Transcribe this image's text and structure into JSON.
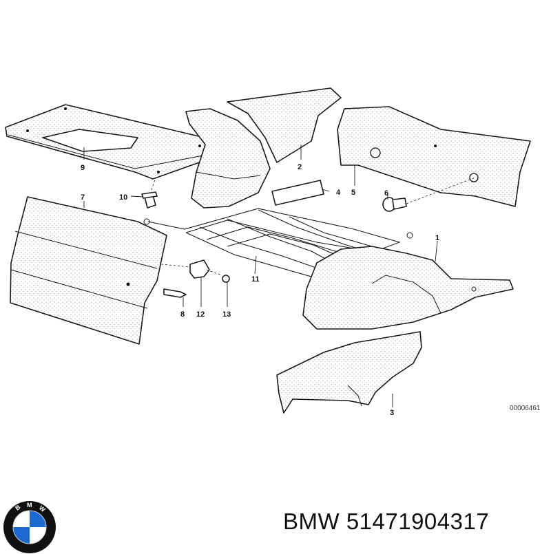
{
  "diagram": {
    "drawing_code": "00006461",
    "callouts": [
      "1",
      "2",
      "3",
      "4",
      "5",
      "6",
      "7",
      "8",
      "9",
      "10",
      "11",
      "12",
      "13"
    ]
  },
  "footer": {
    "brand": "BMW",
    "part_number": "51471904317",
    "label": "BMW 51471904317"
  },
  "logo": {
    "lettering": "BMW",
    "colors": {
      "ring": "#111111",
      "blue": "#1c69d4",
      "white": "#ffffff"
    }
  }
}
